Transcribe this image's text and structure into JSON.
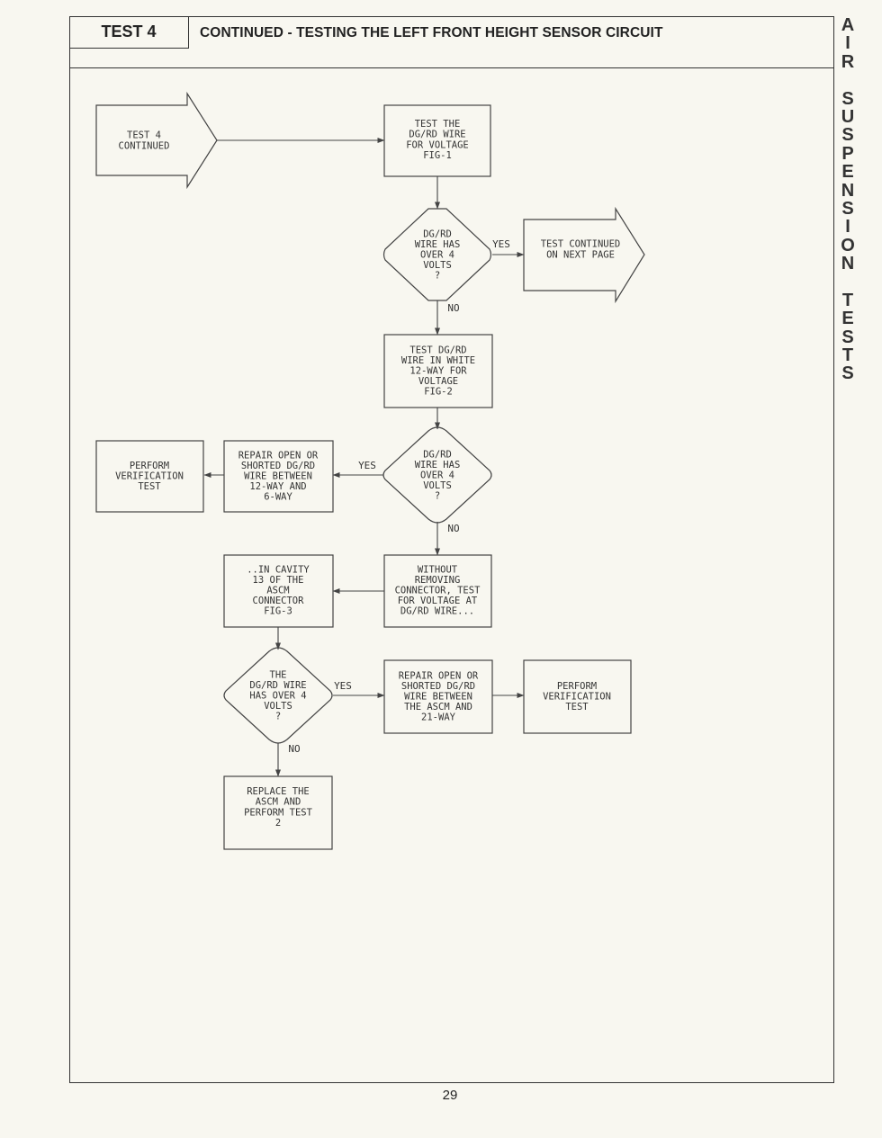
{
  "header": {
    "test_label": "TEST 4",
    "title": "CONTINUED - TESTING THE LEFT FRONT HEIGHT SENSOR CIRCUIT"
  },
  "side_tab": {
    "words": [
      "AIR",
      "SUSPENSION",
      "TESTS"
    ]
  },
  "page_number": "29",
  "flowchart": {
    "start": [
      "TEST 4",
      "CONTINUED"
    ],
    "step1": [
      "TEST THE",
      "DG/RD WIRE",
      "FOR VOLTAGE",
      "FIG-1"
    ],
    "decision1": [
      "DG/RD",
      "WIRE HAS",
      "OVER 4",
      "VOLTS",
      "?"
    ],
    "continued": [
      "TEST CONTINUED",
      "ON NEXT PAGE"
    ],
    "step2": [
      "TEST DG/RD",
      "WIRE IN WHITE",
      "12-WAY FOR",
      "VOLTAGE",
      "FIG-2"
    ],
    "decision2": [
      "DG/RD",
      "WIRE HAS",
      "OVER 4",
      "VOLTS",
      "?"
    ],
    "repair1": [
      "REPAIR OPEN OR",
      "SHORTED DG/RD",
      "WIRE BETWEEN",
      "12-WAY AND",
      "6-WAY"
    ],
    "verify1": [
      "PERFORM",
      "VERIFICATION",
      "TEST"
    ],
    "step3": [
      "WITHOUT",
      "REMOVING",
      "CONNECTOR, TEST",
      "FOR VOLTAGE AT",
      "DG/RD WIRE..."
    ],
    "step4": [
      "..IN CAVITY",
      "13 OF THE",
      "ASCM",
      "CONNECTOR",
      "FIG-3"
    ],
    "decision3": [
      "THE",
      "DG/RD WIRE",
      "HAS OVER 4",
      "VOLTS",
      "?"
    ],
    "repair2": [
      "REPAIR OPEN OR",
      "SHORTED DG/RD",
      "WIRE BETWEEN",
      "THE ASCM AND",
      "21-WAY"
    ],
    "verify2": [
      "PERFORM",
      "VERIFICATION",
      "TEST"
    ],
    "replace": [
      "REPLACE THE",
      "ASCM AND",
      "PERFORM TEST",
      "2"
    ],
    "yes_label": "YES",
    "no_label": "NO"
  }
}
